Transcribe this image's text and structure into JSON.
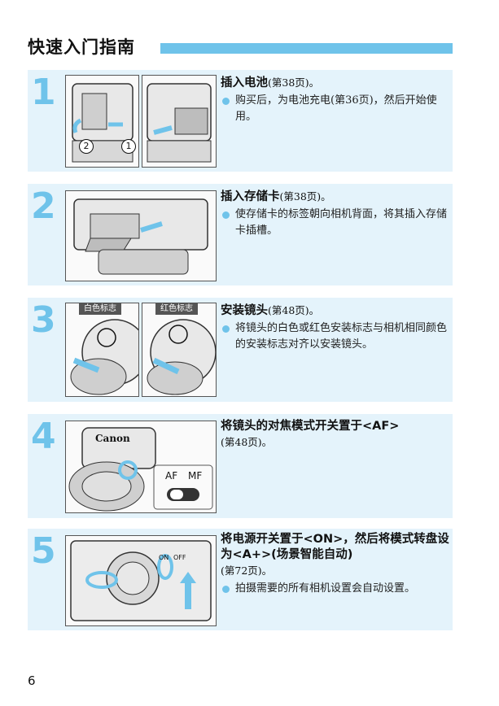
{
  "page": {
    "title": "快速入门指南",
    "number": "6"
  },
  "steps": [
    {
      "num": "1",
      "heading": "插入电池",
      "ref": "(第38页)。",
      "bullets": [
        "购买后，为电池充电(第36页)，然后开始使用。"
      ],
      "photo_tags": []
    },
    {
      "num": "2",
      "heading": "插入存储卡",
      "ref": "(第38页)。",
      "bullets": [
        "使存储卡的标签朝向相机背面，将其插入存储卡插槽。"
      ],
      "photo_tags": []
    },
    {
      "num": "3",
      "heading": "安装镜头",
      "ref": "(第48页)。",
      "bullets": [
        "将镜头的白色或红色安装标志与相机相同颜色的安装标志对齐以安装镜头。"
      ],
      "photo_tags": [
        "白色标志",
        "红色标志"
      ]
    },
    {
      "num": "4",
      "heading": "将镜头的对焦模式开关置于<AF>",
      "ref": "(第48页)。",
      "bullets": [],
      "photo_tags": []
    },
    {
      "num": "5",
      "heading": "将电源开关置于<ON>，然后将模式转盘设为<A+>(场景智能自动)",
      "ref": "(第72页)。",
      "bullets": [
        "拍摄需要的所有相机设置会自动设置。"
      ],
      "photo_tags": []
    }
  ],
  "photo_labels": {
    "brand": "Canon",
    "af_label": "AF",
    "mf_label": "MF",
    "on_label": "ON",
    "off_label": "OFF",
    "circle_1": "1",
    "circle_2": "2"
  },
  "colors": {
    "accent": "#6fc3ea",
    "panel": "#e4f3fb"
  }
}
